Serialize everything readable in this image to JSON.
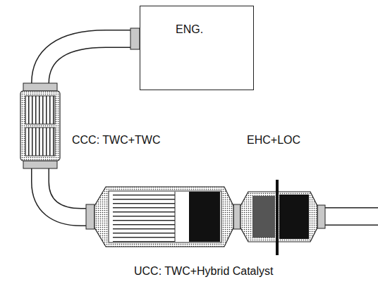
{
  "diagram": {
    "nodes": [
      {
        "text": [
          "ENG."
        ]
      }
    ],
    "labels": [
      "CCC: TWC+TWC",
      "EHC+LOC",
      "UCC: TWC+Hybrid Catalyst"
    ]
  }
}
